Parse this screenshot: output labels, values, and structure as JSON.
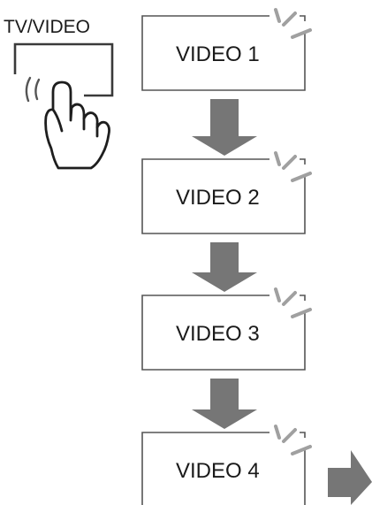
{
  "button_label": "TV/VIDEO",
  "inputs": [
    "VIDEO 1",
    "VIDEO 2",
    "VIDEO 3",
    "VIDEO 4"
  ],
  "colors": {
    "frame": "#555555",
    "arrow": "#767676",
    "flash": "#a0a0a0",
    "text": "#1a1a1a"
  },
  "icons": {
    "hand": "pressing-hand-icon",
    "remote_button": "remote-button-icon",
    "flow_arrow": "down-arrow-icon",
    "continue_arrow": "right-arrow-icon",
    "flash": "flash-mark-icon"
  }
}
